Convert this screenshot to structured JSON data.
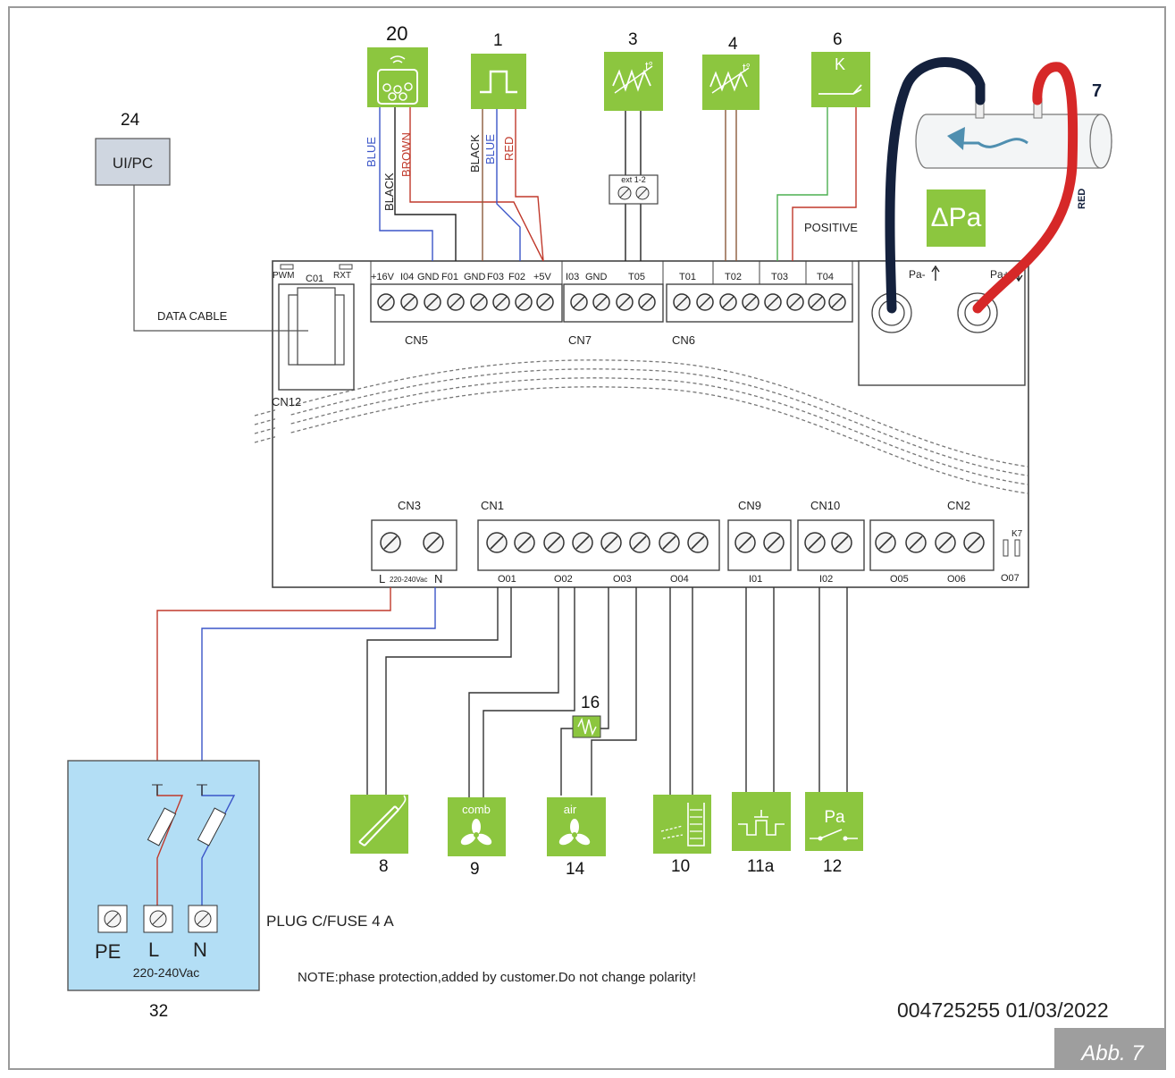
{
  "footer": {
    "doc_id": "004725255 01/03/2022",
    "figure_tab": "Abb. 7"
  },
  "note": "NOTE:phase protection,added by customer.Do not change polarity!",
  "pc": {
    "number": "24",
    "label": "UI/PC",
    "cable_label": "DATA CABLE"
  },
  "board": {
    "cn12": {
      "name": "CN12",
      "pins": [
        "PWM",
        "C01",
        "RXT"
      ]
    },
    "cn5": {
      "name": "CN5",
      "pins": [
        "+16V",
        "I04",
        "GND",
        "F01",
        "GND",
        "F03",
        "F02",
        "+5V"
      ]
    },
    "cn7": {
      "name": "CN7",
      "pins": [
        "I03",
        "GND",
        "T05"
      ]
    },
    "cn6": {
      "name": "CN6",
      "pins": [
        "T01",
        "T02",
        "T03",
        "T04"
      ]
    },
    "pressure": {
      "pa_minus": "Pa-",
      "pa_plus": "Pa+"
    },
    "cn3": {
      "name": "CN3",
      "left": "L",
      "mid": "220-240Vac",
      "right": "N"
    },
    "cn1": {
      "name": "CN1",
      "outs": [
        "O01",
        "O02",
        "O03",
        "O04"
      ]
    },
    "cn9": {
      "name": "CN9",
      "out": "I01"
    },
    "cn10": {
      "name": "CN10",
      "out": "I02"
    },
    "cn2": {
      "name": "CN2",
      "outs": [
        "O05",
        "O06"
      ]
    },
    "k7": {
      "name": "K7",
      "out": "O07"
    }
  },
  "top_components": [
    {
      "number": "20",
      "wires": [
        "BLUE",
        "BLACK",
        "BROWN"
      ]
    },
    {
      "number": "1",
      "wires": [
        "BLACK",
        "BLUE",
        "RED"
      ]
    },
    {
      "number": "3",
      "terminal_label": "ext 1-2"
    },
    {
      "number": "4"
    },
    {
      "number": "6",
      "symbol": "K",
      "wire_label": "POSITIVE"
    },
    {
      "number": "7",
      "wire_label": "RED",
      "pa_symbol": "ΔPa"
    }
  ],
  "bottom_components": [
    {
      "number": "8"
    },
    {
      "number": "9",
      "caption": "comb"
    },
    {
      "number": "14",
      "caption": "air"
    },
    {
      "number": "16"
    },
    {
      "number": "10"
    },
    {
      "number": "11a"
    },
    {
      "number": "12",
      "caption": "Pa"
    }
  ],
  "plug": {
    "number": "32",
    "label": "PLUG C/FUSE 4 A",
    "terminals": [
      "PE",
      "L",
      "N"
    ],
    "voltage": "220-240Vac"
  },
  "colors": {
    "green": "#8cc63f",
    "plug_bg": "#b3def5",
    "wire_red": "#c0392b",
    "wire_blue": "#3b55c8",
    "wire_brown": "#8b5a3c",
    "wire_green": "#4caf50",
    "tube_dark": "#14213d",
    "tube_red": "#d62828",
    "tab_bg": "#9e9e9e"
  }
}
